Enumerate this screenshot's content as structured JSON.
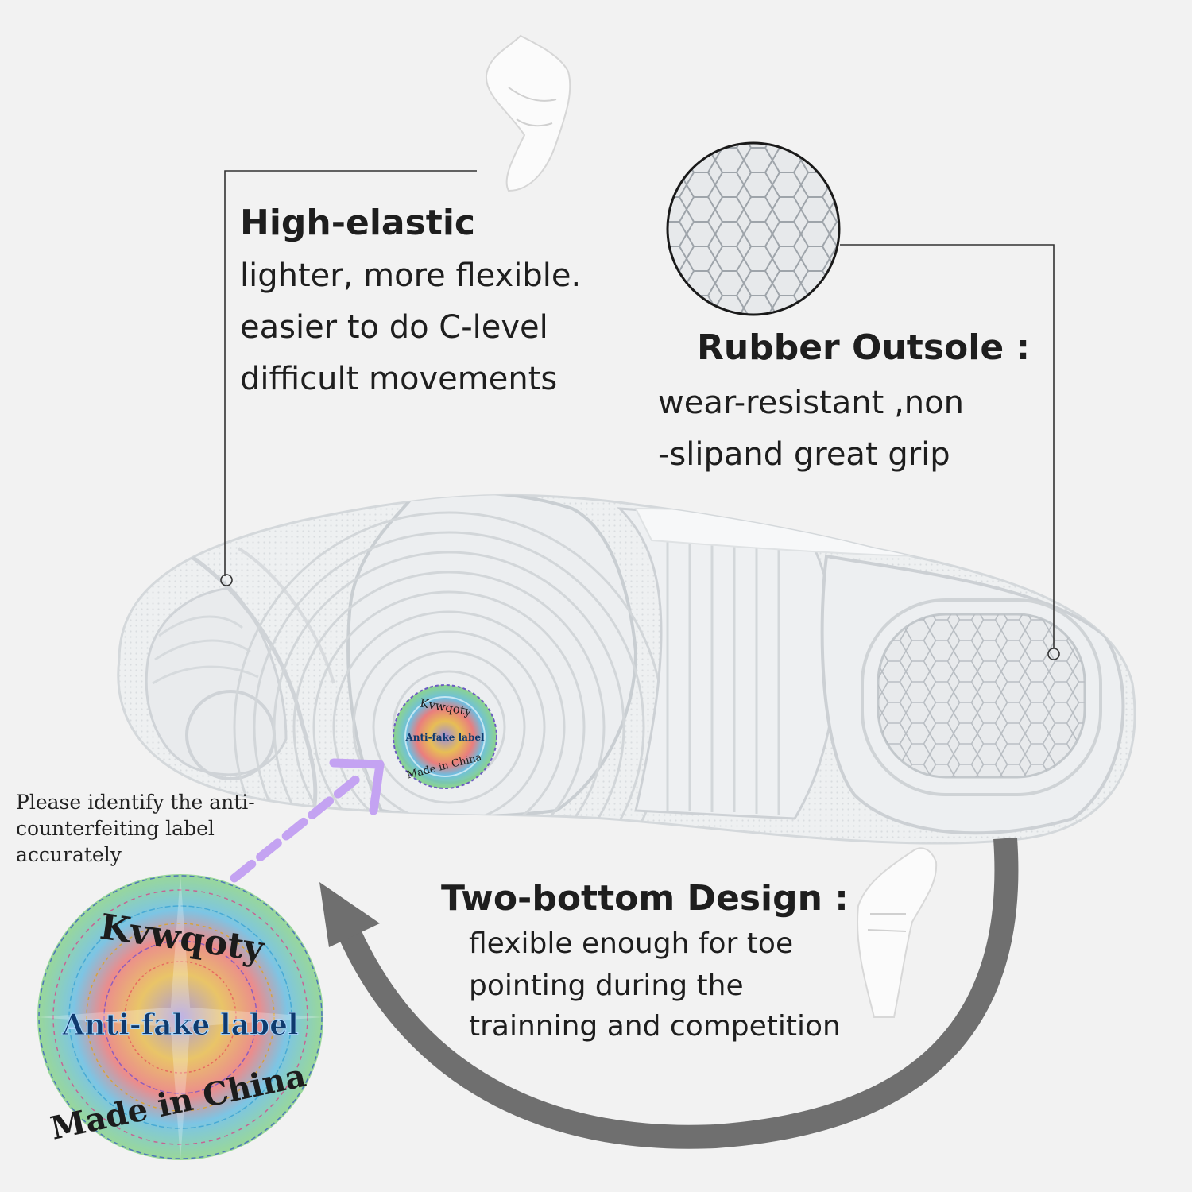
{
  "callouts": {
    "high_elastic": {
      "title": "High-elastic",
      "lines": [
        "lighter, more flexible.",
        "easier to do C-level",
        "difficult movements"
      ]
    },
    "rubber_outsole": {
      "title": "Rubber Outsole :",
      "lines": [
        "wear-resistant ,non",
        "-slipand great grip"
      ]
    },
    "two_bottom": {
      "title": "Two-bottom Design :",
      "lines": [
        "flexible enough for toe",
        "pointing during the",
        "trainning and competition"
      ]
    },
    "anti_fake_note": {
      "lines": [
        "Please identify the anti-",
        "counterfeiting label",
        "accurately"
      ]
    }
  },
  "label_seal": {
    "brand": "Kvwqoty",
    "label": "Anti-fake label",
    "origin": "Made in China"
  },
  "colors": {
    "background": "#f2f2f2",
    "sole": "#eef0f1",
    "sole_groove": "#cdd1d5",
    "curved_arrow": "#6f6f6f",
    "dashed_arrow": "#c4a3f2",
    "leader_line": "#333333"
  }
}
